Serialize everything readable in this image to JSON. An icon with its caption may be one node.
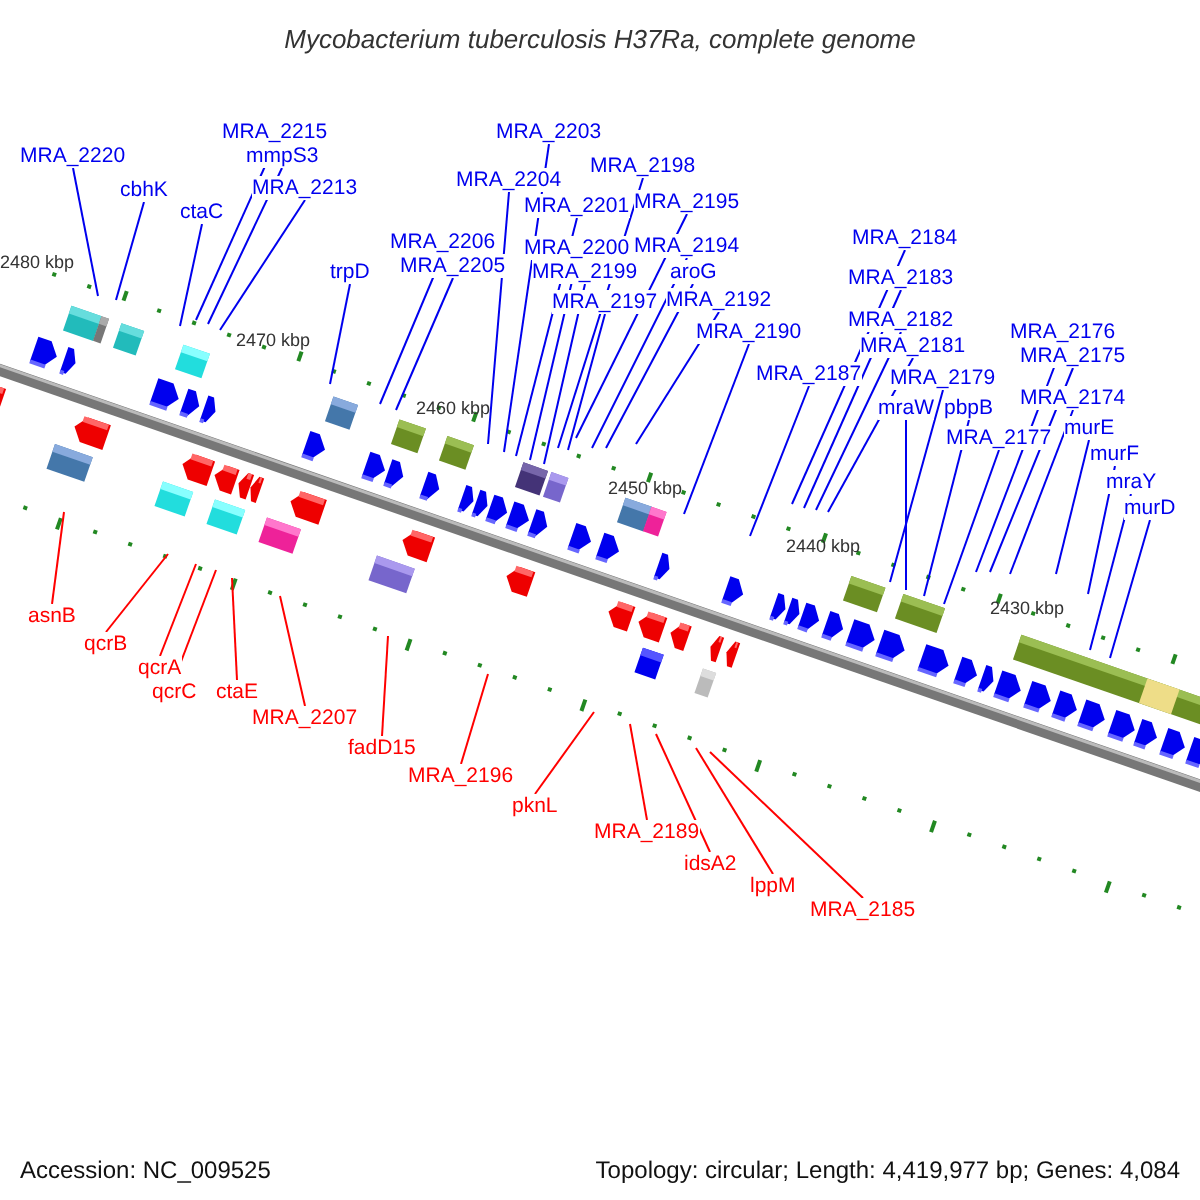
{
  "diagram": {
    "title": "Mycobacterium tuberculosis H37Ra, complete genome",
    "nodes": [
      {
        "text": [
          "MRA_2220"
        ]
      },
      {
        "text": [
          "cbhK"
        ]
      },
      {
        "text": [
          "ctaC"
        ]
      },
      {
        "text": [
          "MRA_2215"
        ]
      },
      {
        "text": [
          "mmpS3"
        ]
      },
      {
        "text": [
          "MRA_2213"
        ]
      },
      {
        "text": [
          "trpD"
        ]
      },
      {
        "text": [
          "MRA_2206"
        ]
      },
      {
        "text": [
          "MRA_2205"
        ]
      },
      {
        "text": [
          "MRA_2204"
        ]
      },
      {
        "text": [
          "MRA_2203"
        ]
      },
      {
        "text": [
          "MRA_2201"
        ]
      },
      {
        "text": [
          "MRA_2200"
        ]
      },
      {
        "text": [
          "MRA_2199"
        ]
      },
      {
        "text": [
          "MRA_2198"
        ]
      },
      {
        "text": [
          "MRA_2197"
        ]
      },
      {
        "text": [
          "MRA_2195"
        ]
      },
      {
        "text": [
          "MRA_2194"
        ]
      },
      {
        "text": [
          "aroG"
        ]
      },
      {
        "text": [
          "MRA_2192"
        ]
      },
      {
        "text": [
          "MRA_2190"
        ]
      },
      {
        "text": [
          "MRA_2187"
        ]
      },
      {
        "text": [
          "MRA_2184"
        ]
      },
      {
        "text": [
          "MRA_2183"
        ]
      },
      {
        "text": [
          "MRA_2182"
        ]
      },
      {
        "text": [
          "MRA_2181"
        ]
      },
      {
        "text": [
          "MRA_2179"
        ]
      },
      {
        "text": [
          "mraW"
        ]
      },
      {
        "text": [
          "pbpB"
        ]
      },
      {
        "text": [
          "MRA_2177"
        ]
      },
      {
        "text": [
          "MRA_2176"
        ]
      },
      {
        "text": [
          "MRA_2175"
        ]
      },
      {
        "text": [
          "MRA_2174"
        ]
      },
      {
        "text": [
          "murE"
        ]
      },
      {
        "text": [
          "murF"
        ]
      },
      {
        "text": [
          "mraY"
        ]
      },
      {
        "text": [
          "murD"
        ]
      },
      {
        "text": [
          "asnB"
        ]
      },
      {
        "text": [
          "qcrB"
        ]
      },
      {
        "text": [
          "qcrA"
        ]
      },
      {
        "text": [
          "qcrC"
        ]
      },
      {
        "text": [
          "ctaE"
        ]
      },
      {
        "text": [
          "MRA_2207"
        ]
      },
      {
        "text": [
          "fadD15"
        ]
      },
      {
        "text": [
          "MRA_2196"
        ]
      },
      {
        "text": [
          "pknL"
        ]
      },
      {
        "text": [
          "MRA_2189"
        ]
      },
      {
        "text": [
          "idsA2"
        ]
      },
      {
        "text": [
          "lppM"
        ]
      },
      {
        "text": [
          "MRA_2185"
        ]
      }
    ],
    "edges": [
      {
        "from": 0,
        "to": null,
        "arrow": "none"
      },
      {
        "from": 1,
        "to": null,
        "arrow": "none"
      },
      {
        "from": 2,
        "to": null,
        "arrow": "none"
      },
      {
        "from": 3,
        "to": null,
        "arrow": "none"
      },
      {
        "from": 4,
        "to": null,
        "arrow": "none"
      },
      {
        "from": 5,
        "to": null,
        "arrow": "none"
      },
      {
        "from": 6,
        "to": null,
        "arrow": "none"
      },
      {
        "from": 7,
        "to": null,
        "arrow": "none"
      },
      {
        "from": 8,
        "to": null,
        "arrow": "none"
      },
      {
        "from": 9,
        "to": null,
        "arrow": "none"
      },
      {
        "from": 10,
        "to": null,
        "arrow": "none"
      },
      {
        "from": 11,
        "to": null,
        "arrow": "none"
      },
      {
        "from": 12,
        "to": null,
        "arrow": "none"
      },
      {
        "from": 13,
        "to": null,
        "arrow": "none"
      },
      {
        "from": 14,
        "to": null,
        "arrow": "none"
      },
      {
        "from": 15,
        "to": null,
        "arrow": "none"
      },
      {
        "from": 16,
        "to": null,
        "arrow": "none"
      },
      {
        "from": 17,
        "to": null,
        "arrow": "none"
      },
      {
        "from": 18,
        "to": null,
        "arrow": "none"
      },
      {
        "from": 19,
        "to": null,
        "arrow": "none"
      },
      {
        "from": 20,
        "to": null,
        "arrow": "none"
      },
      {
        "from": 21,
        "to": null,
        "arrow": "none"
      },
      {
        "from": 22,
        "to": null,
        "arrow": "none"
      },
      {
        "from": 23,
        "to": null,
        "arrow": "none"
      },
      {
        "from": 24,
        "to": null,
        "arrow": "none"
      },
      {
        "from": 25,
        "to": null,
        "arrow": "none"
      },
      {
        "from": 26,
        "to": null,
        "arrow": "none"
      },
      {
        "from": 27,
        "to": null,
        "arrow": "none"
      },
      {
        "from": 28,
        "to": null,
        "arrow": "none"
      },
      {
        "from": 29,
        "to": null,
        "arrow": "none"
      },
      {
        "from": 30,
        "to": null,
        "arrow": "none"
      },
      {
        "from": 31,
        "to": null,
        "arrow": "none"
      },
      {
        "from": 32,
        "to": null,
        "arrow": "none"
      },
      {
        "from": 33,
        "to": null,
        "arrow": "none"
      },
      {
        "from": 34,
        "to": null,
        "arrow": "none"
      },
      {
        "from": 35,
        "to": null,
        "arrow": "none"
      },
      {
        "from": 36,
        "to": null,
        "arrow": "none"
      },
      {
        "from": 37,
        "to": null,
        "arrow": "none",
        "color": "#ff0000"
      },
      {
        "from": 38,
        "to": null,
        "arrow": "none",
        "color": "#ff0000"
      },
      {
        "from": 39,
        "to": null,
        "arrow": "none",
        "color": "#ff0000"
      },
      {
        "from": 40,
        "to": null,
        "arrow": "none",
        "color": "#ff0000"
      },
      {
        "from": 41,
        "to": null,
        "arrow": "none",
        "color": "#ff0000"
      },
      {
        "from": 42,
        "to": null,
        "arrow": "none",
        "color": "#ff0000"
      },
      {
        "from": 43,
        "to": null,
        "arrow": "none",
        "color": "#ff0000"
      },
      {
        "from": 44,
        "to": null,
        "arrow": "none",
        "color": "#ff0000"
      },
      {
        "from": 45,
        "to": null,
        "arrow": "none",
        "color": "#ff0000"
      },
      {
        "from": 46,
        "to": null,
        "arrow": "none",
        "color": "#ff0000"
      },
      {
        "from": 47,
        "to": null,
        "arrow": "none",
        "color": "#ff0000"
      },
      {
        "from": 48,
        "to": null,
        "arrow": "none",
        "color": "#ff0000"
      },
      {
        "from": 49,
        "to": null,
        "arrow": "none",
        "color": "#ff0000"
      }
    ],
    "labels": [
      "2480 kbp",
      "2470 kbp",
      "2460 kbp",
      "2450 kbp",
      "2440 kbp",
      "2430 kbp",
      "Accession: NC_009525",
      "Topology: circular; Length: 4,419,977 bp; Genes: 4,084"
    ]
  }
}
